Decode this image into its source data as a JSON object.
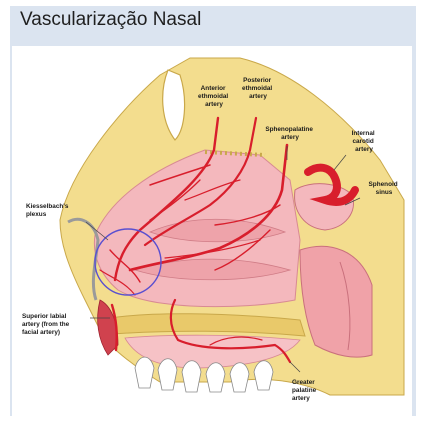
{
  "slide": {
    "title": "Vascularização Nasal"
  },
  "labels": {
    "anterior_ethmoidal": [
      "Anterior",
      "ethmoidal",
      "artery"
    ],
    "posterior_ethmoidal": [
      "Posterior",
      "ethmoidal",
      "artery"
    ],
    "sphenopalatine": [
      "Sphenopalatine",
      "artery"
    ],
    "internal_carotid": [
      "Internal",
      "carotid",
      "artery"
    ],
    "sphenoid_sinus": [
      "Sphenoid",
      "sinus"
    ],
    "kiesselbach": [
      "Kiesselbach's",
      "plexus"
    ],
    "superior_labial": [
      "Superior labial",
      "artery (from the",
      "facial artery)"
    ],
    "greater_palatine": [
      "Greater",
      "palatine",
      "artery"
    ]
  },
  "colors": {
    "title_band": "#dbe4f0",
    "bone": "#f3dd8e",
    "mucosa": "#f4b8bd",
    "artery": "#d81e2c",
    "plexus_circle": "#5a4fd0"
  }
}
